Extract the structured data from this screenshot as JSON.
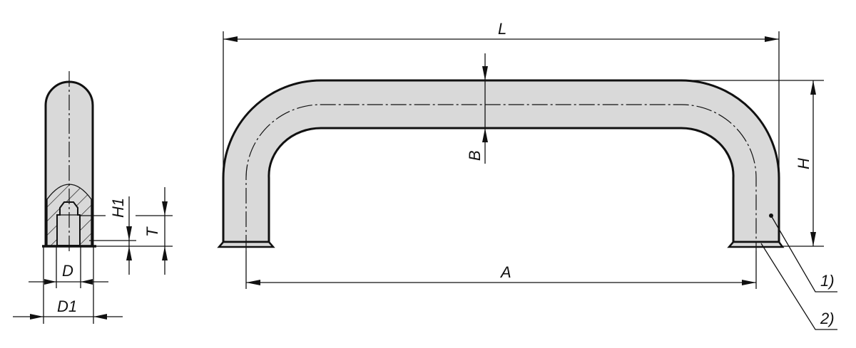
{
  "drawing": {
    "dimensions": {
      "L": "L",
      "A": "A",
      "H": "H",
      "B": "B",
      "H1": "H1",
      "T": "T",
      "D": "D",
      "D1": "D1"
    },
    "callouts": [
      "1)",
      "2)"
    ],
    "colors": {
      "fill": "#d9d9d9",
      "line": "#111111"
    }
  }
}
